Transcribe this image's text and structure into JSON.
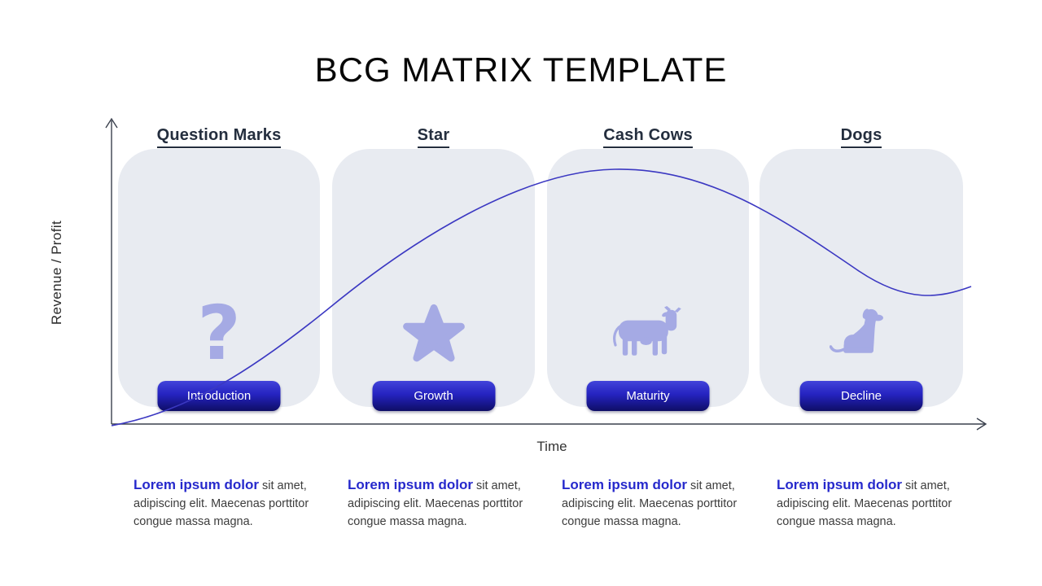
{
  "title": "BCG MATRIX TEMPLATE",
  "axes": {
    "y_label": "Revenue / Profit",
    "x_label": "Time"
  },
  "quadrants": [
    {
      "header": "Question Marks",
      "icon": "question-mark-icon",
      "icon_glyph": "?",
      "stage_label": "Introduction",
      "description_lead": "Lorem ipsum dolor",
      "description_rest": "sit amet, adipiscing elit. Maecenas porttitor congue massa magna."
    },
    {
      "header": "Star",
      "icon": "star-icon",
      "stage_label": "Growth",
      "description_lead": "Lorem ipsum dolor",
      "description_rest": "sit amet, adipiscing elit. Maecenas porttitor congue massa magna."
    },
    {
      "header": "Cash Cows",
      "icon": "cow-icon",
      "stage_label": "Maturity",
      "description_lead": "Lorem ipsum dolor",
      "description_rest": "sit amet, adipiscing elit. Maecenas porttitor congue massa magna."
    },
    {
      "header": "Dogs",
      "icon": "dog-icon",
      "stage_label": "Decline",
      "description_lead": "Lorem ipsum dolor",
      "description_rest": "sit amet, adipiscing elit. Maecenas porttitor congue massa magna."
    }
  ],
  "colors": {
    "panel_background": "#e8ebf1",
    "icon_purple": "#a5aae4",
    "header_navy": "#242e3e",
    "accent_blue": "#2629cc",
    "curve_blue": "#3b38c2",
    "axis_dark": "#3a404d",
    "button_gradient_top": "#4244da",
    "button_gradient_bottom": "#0e0d66",
    "body_text": "#3c3c3c"
  }
}
